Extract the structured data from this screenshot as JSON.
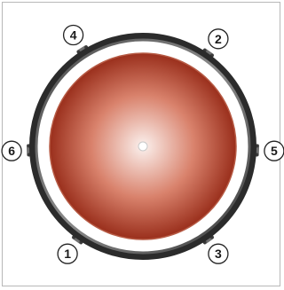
{
  "diagram": {
    "colors": {
      "rim_outer": "#2b2b2b",
      "rim_band": "#5a5a5a",
      "gap": "#ffffff",
      "head_center": "#fbf1ee",
      "head_mid": "#d9826c",
      "head_edge": "#9a2f1c",
      "lug": "#707070",
      "badge_fill": "#ffffff",
      "badge_stroke": "#222222"
    },
    "lugs": [
      {
        "label": "1",
        "angle": 125
      },
      {
        "label": "2",
        "angle": 305
      },
      {
        "label": "3",
        "angle": 55
      },
      {
        "label": "4",
        "angle": 238
      },
      {
        "label": "5",
        "angle": 2
      },
      {
        "label": "6",
        "angle": 178
      }
    ]
  }
}
